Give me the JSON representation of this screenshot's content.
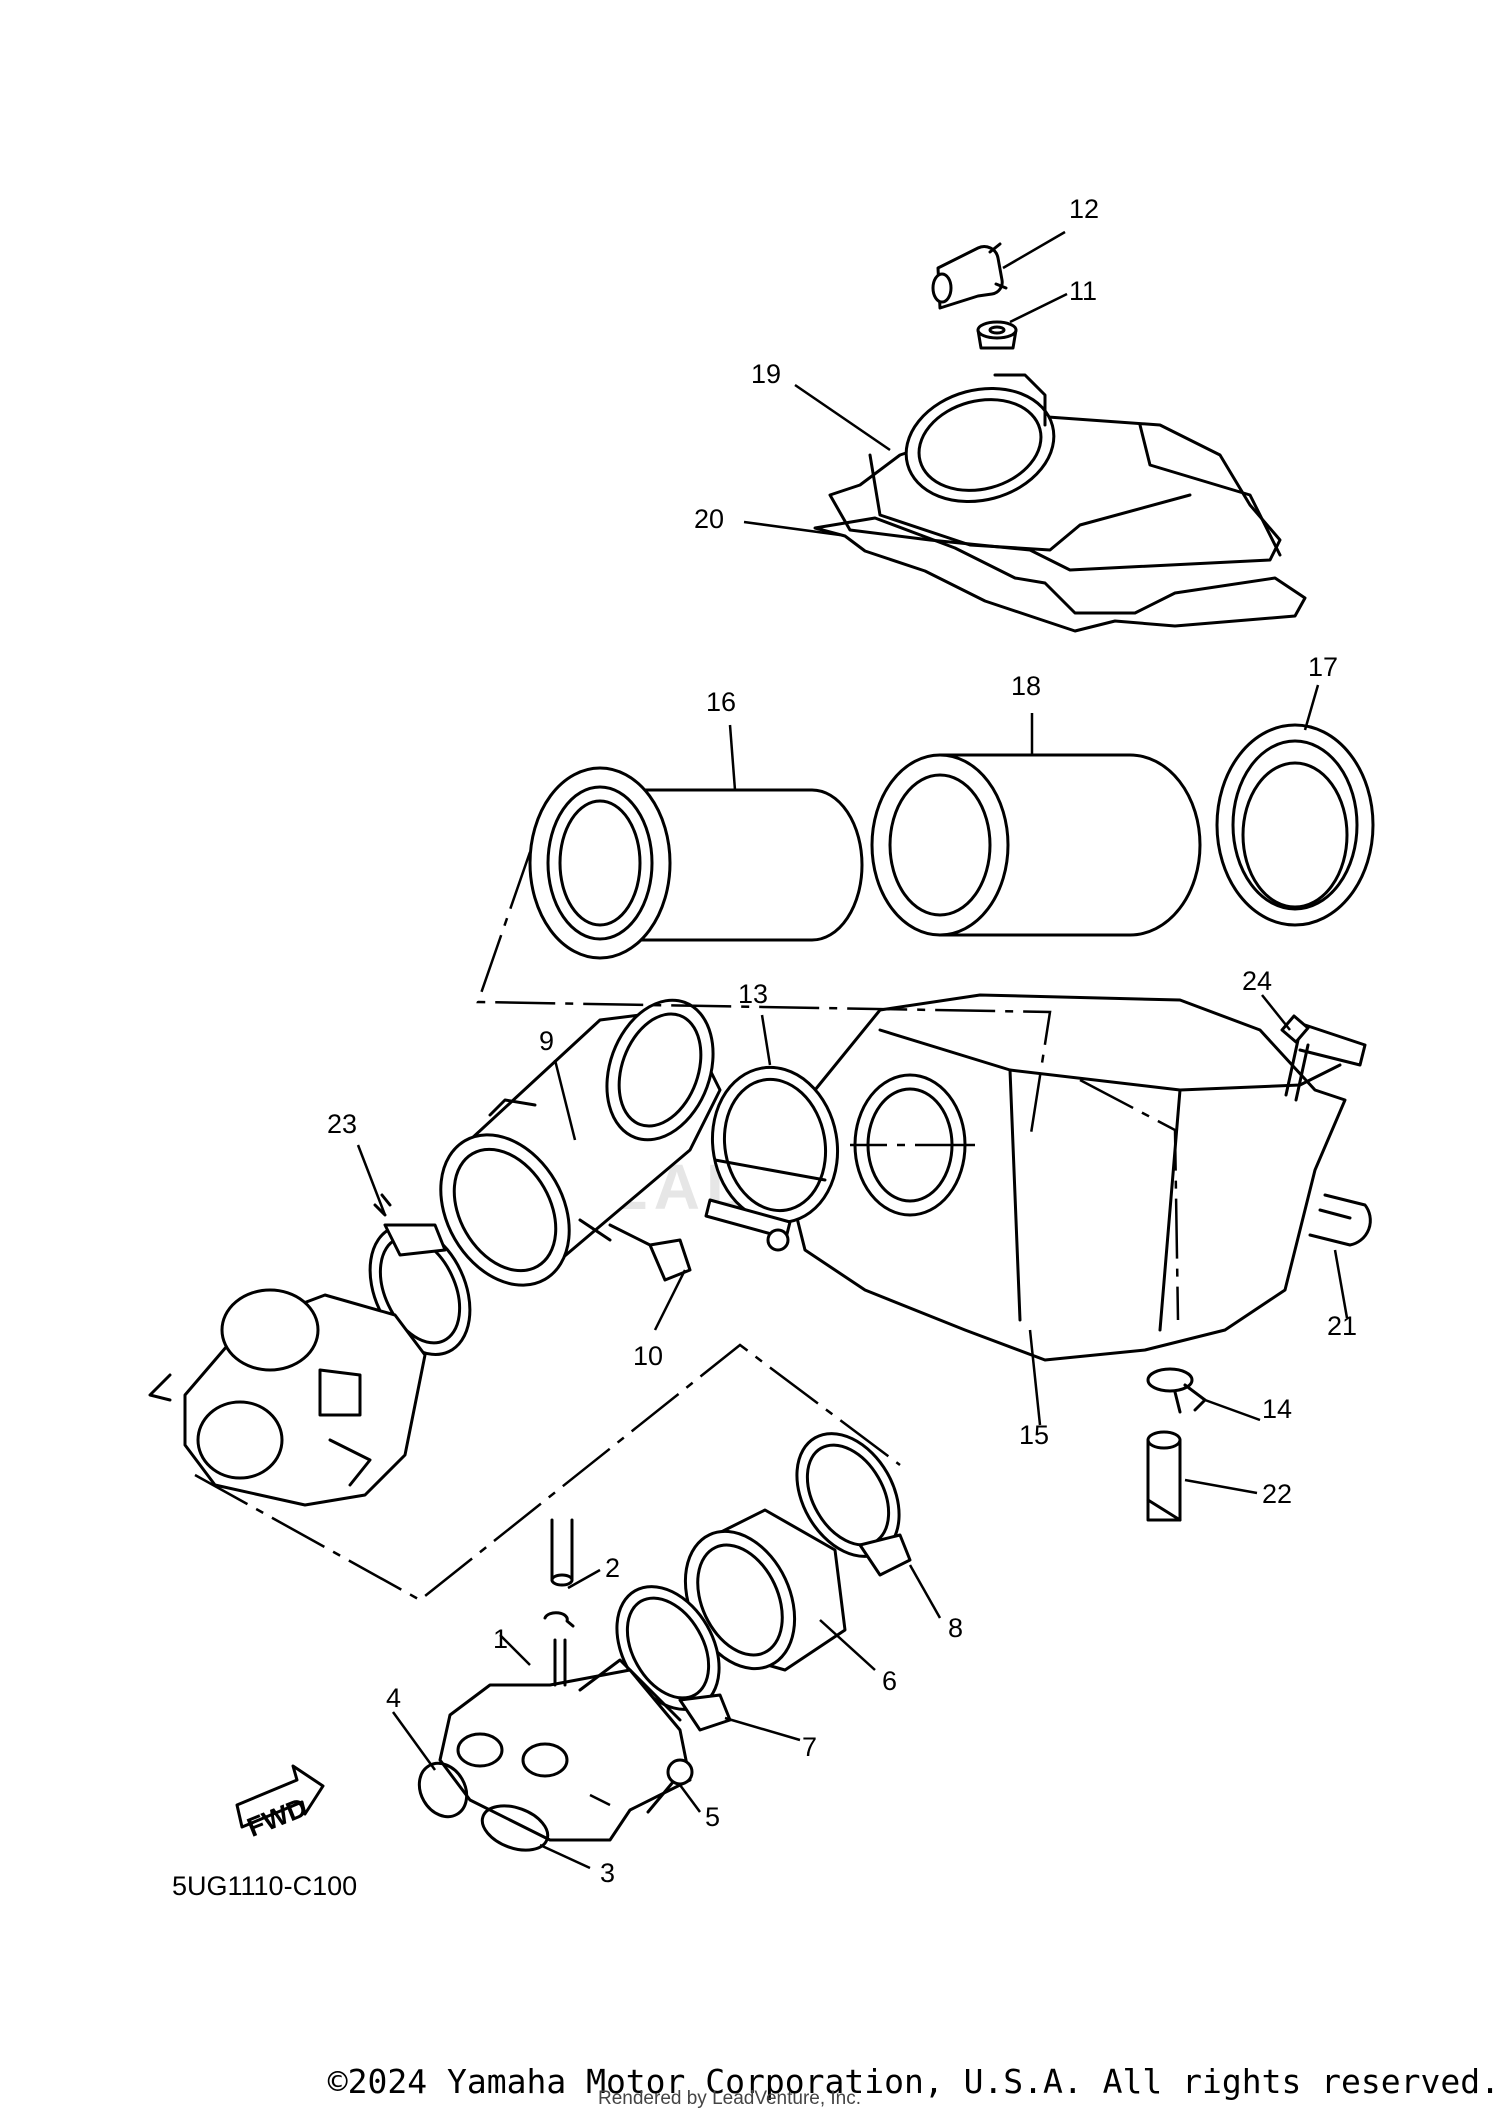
{
  "diagram": {
    "labels": [
      "1",
      "2",
      "3",
      "4",
      "5",
      "6",
      "7",
      "8",
      "9",
      "10",
      "11",
      "12",
      "13",
      "14",
      "15",
      "16",
      "17",
      "18",
      "19",
      "20",
      "21",
      "22",
      "23",
      "24"
    ],
    "code": "5UG1110-C100",
    "fwd": "FWD"
  },
  "footer": {
    "copyright": "©2024 Yamaha Motor Corporation, U.S.A. All rights reserved.",
    "rendered": "Rendered by LeadVenture, Inc."
  },
  "watermark": "LEADVENTURE"
}
